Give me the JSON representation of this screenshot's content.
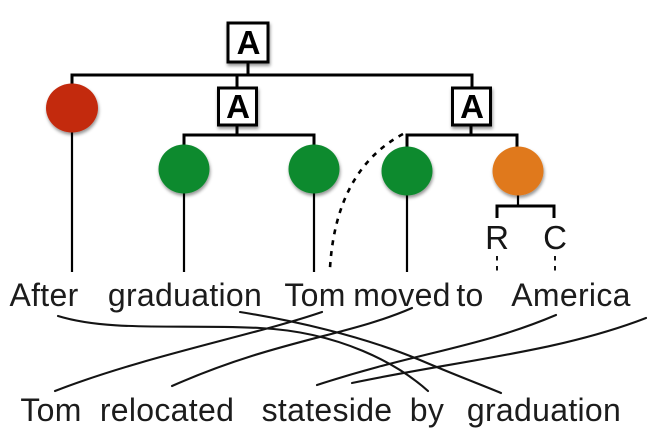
{
  "labels": {
    "root": "A",
    "left_sub": "A",
    "right_sub": "A",
    "r": "R",
    "c": "C"
  },
  "colors": {
    "red": "#c32a10",
    "green": "#0f8a2f",
    "orange": "#e0791a"
  },
  "tree": {
    "root": "A",
    "children": [
      {
        "type": "leaf",
        "color": "red",
        "word": "After"
      },
      {
        "type": "node",
        "label": "A",
        "children": [
          {
            "type": "leaf",
            "color": "green",
            "word": "graduation"
          },
          {
            "type": "leaf",
            "color": "green",
            "word": "Tom"
          }
        ]
      },
      {
        "type": "node",
        "label": "A",
        "children": [
          {
            "type": "leaf",
            "color": "green",
            "word": "moved"
          },
          {
            "type": "leaf",
            "color": "orange",
            "children": [
              {
                "label": "R",
                "word": "to"
              },
              {
                "label": "C",
                "word": "America"
              }
            ]
          }
        ]
      }
    ]
  },
  "sentences": {
    "top": {
      "text": "After graduation Tom moved to America",
      "words": [
        "After",
        "graduation",
        "Tom",
        "moved",
        "to",
        "America"
      ]
    },
    "bottom": {
      "text": "Tom relocated stateside by graduation",
      "words": [
        "Tom",
        "relocated",
        "stateside",
        "by",
        "graduation"
      ]
    }
  },
  "alignments": [
    {
      "from": "After",
      "to": "by"
    },
    {
      "from": "graduation",
      "to": "graduation"
    },
    {
      "from": "Tom",
      "to": "Tom"
    },
    {
      "from": "moved",
      "to": "relocated"
    },
    {
      "from": "to America",
      "to": "stateside"
    },
    {
      "from": "America",
      "to": "stateside"
    }
  ]
}
